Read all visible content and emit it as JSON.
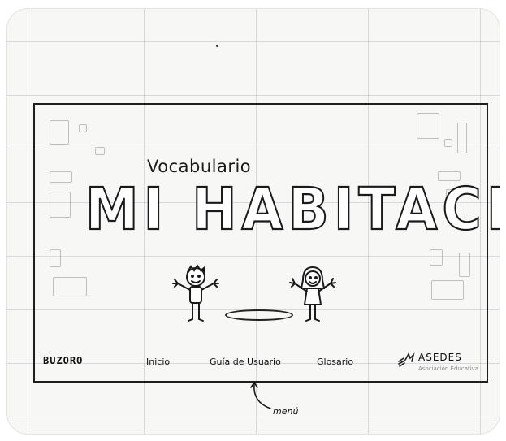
{
  "header": {
    "subtitle": "Vocabulario",
    "title": "Mi Habitación"
  },
  "menu": {
    "brand": "BUZORO",
    "items": [
      {
        "label": "Inicio",
        "id": "inicio"
      },
      {
        "label": "Guía de Usuario",
        "id": "guia"
      },
      {
        "label": "Glosario",
        "id": "glosario"
      }
    ],
    "partner": {
      "name": "ASEDES",
      "subtitle": "Asociación Educativa"
    }
  },
  "annotation": {
    "label": "menú"
  },
  "colors": {
    "ink": "#1a1a1a",
    "paper": "#f7f7f5",
    "grid": "#9aa0b4"
  }
}
